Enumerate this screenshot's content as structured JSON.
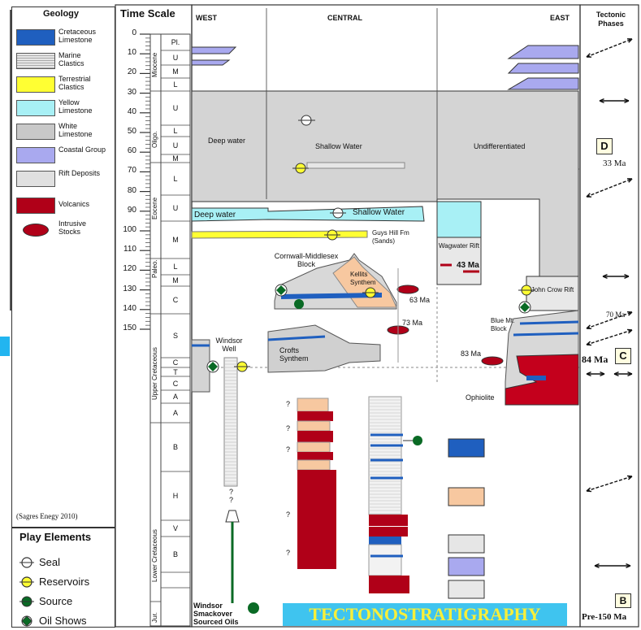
{
  "headers": {
    "geology": "Geology",
    "time_scale": "Time Scale",
    "west": "WEST",
    "central": "CENTRAL",
    "east": "EAST",
    "tectonic": "Tectonic Phases"
  },
  "legend": [
    {
      "label": "Cretaceous Limestone",
      "color": "#1f5fbf",
      "icon": "blue-fill"
    },
    {
      "label": "Marine Clastics",
      "color": "#d9d9d9",
      "icon": "grey-lines"
    },
    {
      "label": "Terrestrial Clastics",
      "color": "#ffff33",
      "icon": "yellow-fill"
    },
    {
      "label": "Yellow Limestone",
      "color": "#a8f0f5",
      "icon": "cyan-fill"
    },
    {
      "label": "White Limestone",
      "color": "#c8c8c8",
      "icon": "grey-fill"
    },
    {
      "label": "Coastal Group",
      "color": "#a9a9ef",
      "icon": "lavender-fill"
    },
    {
      "label": "Rift Deposits",
      "color": "#e0e0e0",
      "icon": "light-grey-fill"
    },
    {
      "label": "Volcanics",
      "color": "#b00018",
      "icon": "red-fill"
    },
    {
      "label": "Intrusive Stocks",
      "color": "#b00018",
      "icon": "red-ellipse"
    }
  ],
  "credit": "(Sagres Enegy 2010)",
  "play_elements": {
    "title": "Play Elements",
    "items": [
      {
        "label": "Seal",
        "icon": "seal-icon"
      },
      {
        "label": "Reservoirs",
        "icon": "reservoir-icon"
      },
      {
        "label": "Source",
        "icon": "source-icon"
      },
      {
        "label": "Oil Shows",
        "icon": "oil-show-icon"
      }
    ]
  },
  "time_ticks": [
    "0",
    "10",
    "20",
    "30",
    "40",
    "50",
    "60",
    "70",
    "80",
    "90",
    "100",
    "110",
    "120",
    "130",
    "140",
    "150"
  ],
  "epochs": [
    {
      "label": "Miocene"
    },
    {
      "label": "Oligo."
    },
    {
      "label": "Eocene"
    },
    {
      "label": "Paleo."
    },
    {
      "label": "Upper Cretaceous"
    },
    {
      "label": "Lower Cretaceous"
    },
    {
      "label": "Jur."
    }
  ],
  "stages": [
    "Pl.",
    "U",
    "M",
    "L",
    "U",
    "L",
    "U",
    "M",
    "L",
    "U",
    "M",
    "L",
    "M",
    "C",
    "S",
    "C",
    "T",
    "C",
    "A",
    "A",
    "B",
    "H",
    "V",
    "B"
  ],
  "units": {
    "deep_water_1": "Deep water",
    "shallow_water_1": "Shallow Water",
    "undifferentiated": "Undifferentiated",
    "deep_water_2": "Deep water",
    "shallow_water_2": "Shallow Water",
    "guys_hill": "Guys Hill Fm (Sands)",
    "wagwater": "Wagwater Rift",
    "wagwater_age": "43 Ma",
    "cornwall": "Cornwall-Middlesex Block",
    "kellits": "Kellits Synthem",
    "age_63": "63 Ma",
    "age_73": "73 Ma",
    "john_crow": "John Crow Rift",
    "windsor_well": "Windsor Well",
    "crofts": "Crofts Synthem",
    "blue_mt": "Blue Mt. Block",
    "age_83": "83 Ma",
    "ophiolite": "Ophiolite",
    "windsor_oils": "Windsor Smackover Sourced Oils",
    "question": "?"
  },
  "tectonics": {
    "d_label": "D",
    "d_age": "33 Ma",
    "age_70": "70 Ma",
    "c_label": "C",
    "c_age": "84 Ma",
    "b_label": "B",
    "b_age": "Pre-150 Ma"
  },
  "banner": "TECTONOSTRATIGRAPHY"
}
